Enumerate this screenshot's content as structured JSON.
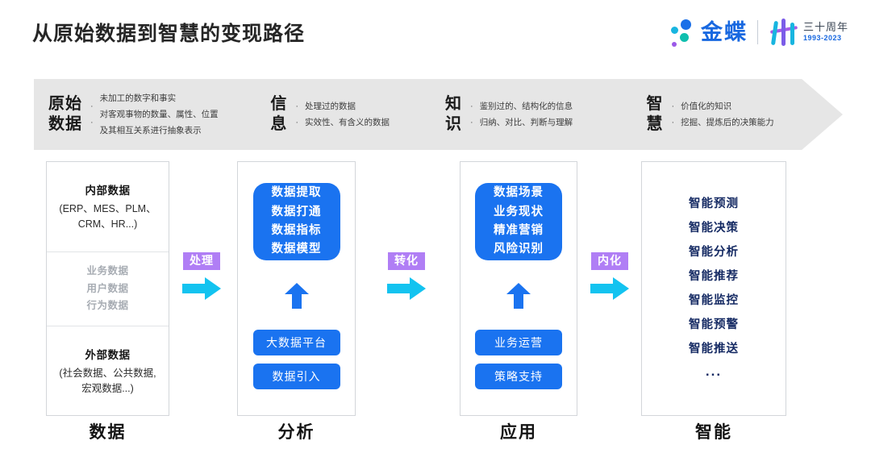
{
  "header": {
    "title": "从原始数据到智慧的变现路径",
    "logo": {
      "brand": "金蝶",
      "anniversary_cn": "三十周年",
      "anniversary_years": "1993-2023"
    }
  },
  "banner": {
    "stages": [
      {
        "title_line1": "原始",
        "title_line2": "数据",
        "bullets": [
          "未加工的数字和事实",
          "对客观事物的数量、属性、位置及其相互关系进行抽象表示"
        ]
      },
      {
        "title_line1": "信",
        "title_line2": "息",
        "bullets": [
          "处理过的数据",
          "实效性、有含义的数据"
        ]
      },
      {
        "title_line1": "知",
        "title_line2": "识",
        "bullets": [
          "鉴别过的、结构化的信息",
          "归纳、对比、判断与理解"
        ]
      },
      {
        "title_line1": "智",
        "title_line2": "慧",
        "bullets": [
          "价值化的知识",
          "挖掘、提炼后的决策能力"
        ]
      }
    ]
  },
  "pipeline": {
    "columns": [
      {
        "label": "数据",
        "internal": {
          "title": "内部数据",
          "subtitle": "(ERP、MES、PLM、CRM、HR...)"
        },
        "middle_items": [
          "业务数据",
          "用户数据",
          "行为数据"
        ],
        "external": {
          "title": "外部数据",
          "subtitle": "(社会数据、公共数据,宏观数据...)"
        }
      },
      {
        "label": "分析",
        "box_lines": [
          "数据提取",
          "数据打通",
          "数据指标",
          "数据模型"
        ],
        "pills": [
          "大数据平台",
          "数据引入"
        ]
      },
      {
        "label": "应用",
        "box_lines": [
          "数据场景",
          "业务现状",
          "精准营销",
          "风险识别"
        ],
        "pills": [
          "业务运营",
          "策略支持"
        ]
      },
      {
        "label": "智能",
        "items": [
          "智能预测",
          "智能决策",
          "智能分析",
          "智能推荐",
          "智能监控",
          "智能预警",
          "智能推送"
        ],
        "ellipsis": "..."
      }
    ],
    "connectors": [
      {
        "label": "处理"
      },
      {
        "label": "转化"
      },
      {
        "label": "内化"
      }
    ]
  },
  "colors": {
    "brand_blue": "#1a73f0",
    "accent_purple": "#b07ef5",
    "arrow_cyan": "#13c3f0",
    "banner_gray": "#e6e6e6",
    "smart_navy": "#152a63"
  }
}
